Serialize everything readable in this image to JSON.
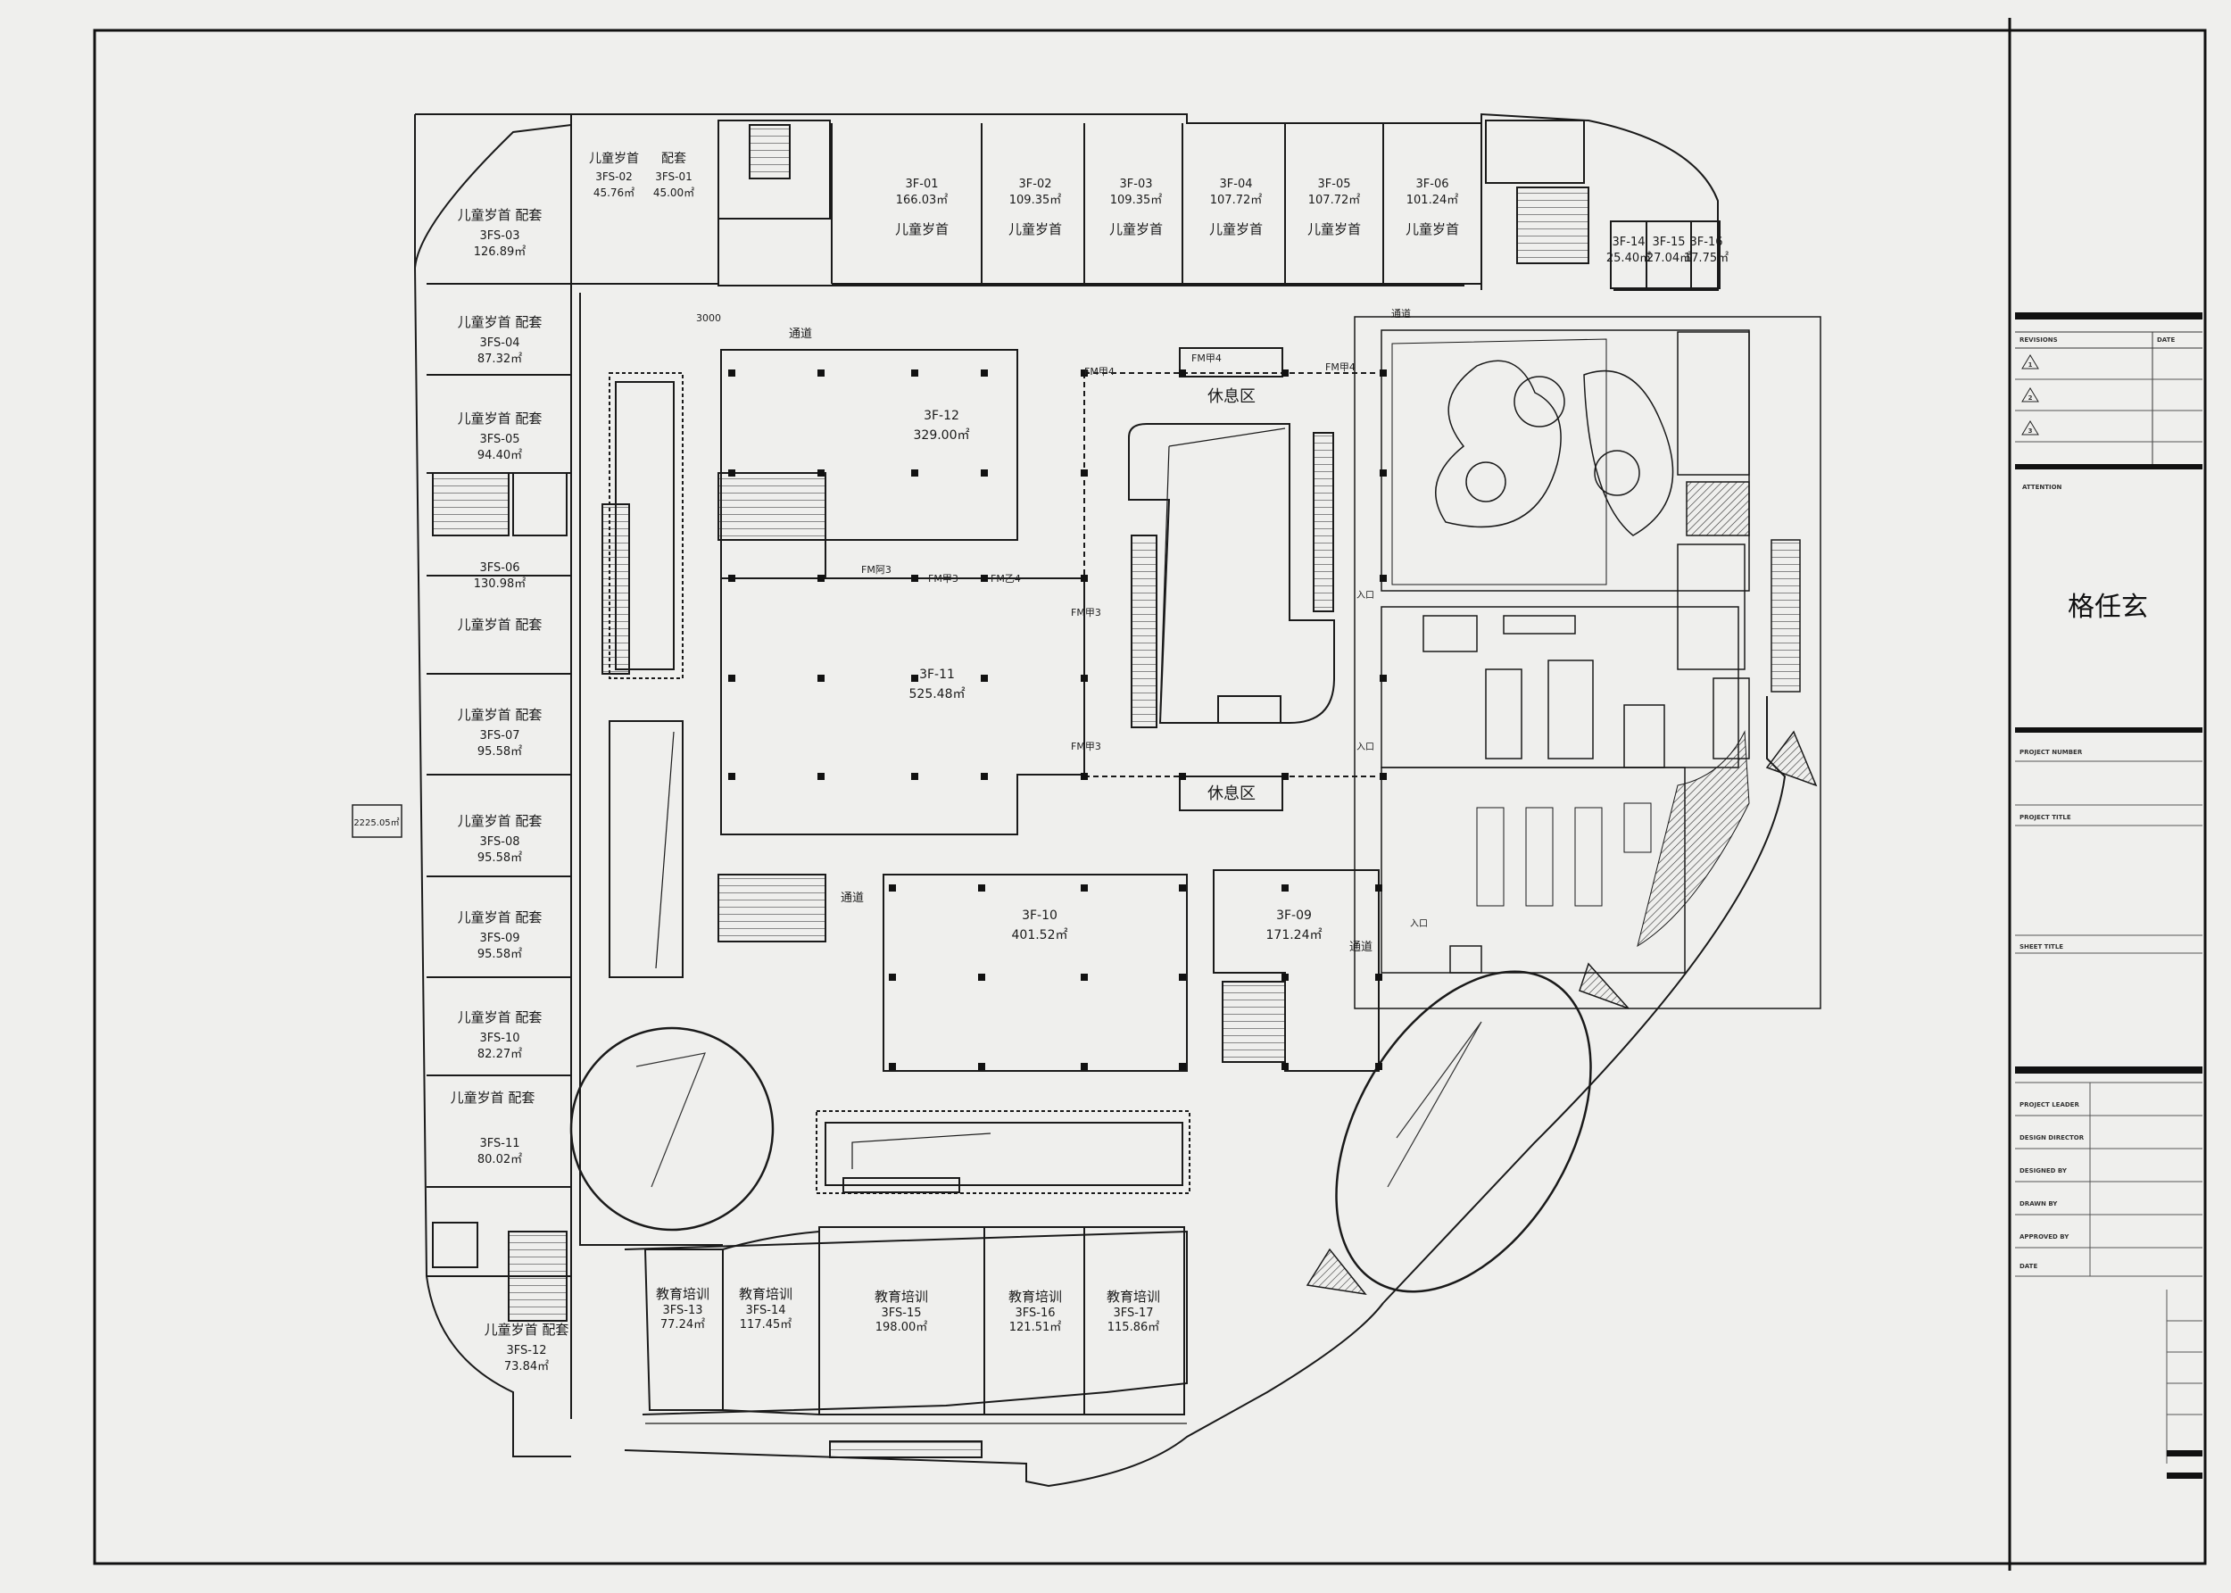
{
  "sheet": {
    "project_name": "格任玄",
    "revisions_label": "REVISIONS",
    "date_label": "DATE",
    "revision_marks": [
      "1",
      "2",
      "3"
    ],
    "attention_label": "ATTENTION",
    "project_number_label": "PROJECT NUMBER",
    "project_title_label": "PROJECT TITLE",
    "sheet_title_label": "SHEET TITLE",
    "signoff_labels": [
      "PROJECT LEADER",
      "DESIGN DIRECTOR",
      "DESIGNED BY",
      "DRAWN BY",
      "APPROVED BY",
      "DATE"
    ]
  },
  "plan": {
    "total_area": "2225.05㎡",
    "corridor_labels": [
      "通道",
      "通道",
      "通道",
      "通道"
    ],
    "rest_area_labels": [
      "休息区",
      "休息区"
    ],
    "entry_labels": [
      "入口",
      "入口",
      "入口"
    ],
    "dimension_labels": [
      "3000",
      "FM阿3",
      "FM甲3",
      "FM乙4",
      "FM甲4",
      "FM甲4",
      "FM甲4",
      "FM甲3",
      "FM甲3"
    ],
    "north_units": [
      {
        "name": "3F-01",
        "area": "166.03㎡",
        "use": "儿童岁首"
      },
      {
        "name": "3F-02",
        "area": "109.35㎡",
        "use": "儿童岁首"
      },
      {
        "name": "3F-03",
        "area": "109.35㎡",
        "use": "儿童岁首"
      },
      {
        "name": "3F-04",
        "area": "107.72㎡",
        "use": "儿童岁首"
      },
      {
        "name": "3F-05",
        "area": "107.72㎡",
        "use": "儿童岁首"
      },
      {
        "name": "3F-06",
        "area": "101.24㎡",
        "use": "儿童岁首"
      }
    ],
    "ne_units": [
      {
        "name": "3F-14",
        "area": "25.40㎡"
      },
      {
        "name": "3F-15",
        "area": "27.04㎡"
      },
      {
        "name": "3F-16",
        "area": "17.75㎡"
      }
    ],
    "top_small_units": [
      {
        "name": "3FS-02",
        "area": "45.76㎡",
        "use": "儿童岁首"
      },
      {
        "name": "3FS-01",
        "area": "45.00㎡",
        "use": "配套"
      }
    ],
    "west_units": [
      {
        "name": "3FS-03",
        "area": "126.89㎡",
        "use": "儿童岁首  配套"
      },
      {
        "name": "3FS-04",
        "area": "87.32㎡",
        "use": "儿童岁首  配套"
      },
      {
        "name": "3FS-05",
        "area": "94.40㎡",
        "use": "儿童岁首  配套"
      },
      {
        "name": "3FS-06",
        "area": "130.98㎡",
        "use": "儿童岁首  配套"
      },
      {
        "name": "3FS-07",
        "area": "95.58㎡",
        "use": "儿童岁首  配套"
      },
      {
        "name": "3FS-08",
        "area": "95.58㎡",
        "use": "儿童岁首  配套"
      },
      {
        "name": "3FS-09",
        "area": "95.58㎡",
        "use": "儿童岁首  配套"
      },
      {
        "name": "3FS-10",
        "area": "82.27㎡",
        "use": "儿童岁首  配套"
      },
      {
        "name": "3FS-11",
        "area": "80.02㎡",
        "use": "儿童岁首  配套"
      },
      {
        "name": "3FS-12",
        "area": "73.84㎡",
        "use": "儿童岁首  配套"
      }
    ],
    "south_units": [
      {
        "name": "3FS-13",
        "area": "77.24㎡",
        "use": "教育培训"
      },
      {
        "name": "3FS-14",
        "area": "117.45㎡",
        "use": "教育培训"
      },
      {
        "name": "3FS-15",
        "area": "198.00㎡",
        "use": "教育培训"
      },
      {
        "name": "3FS-16",
        "area": "121.51㎡",
        "use": "教育培训"
      },
      {
        "name": "3FS-17",
        "area": "115.86㎡",
        "use": "教育培训"
      }
    ],
    "core_units": [
      {
        "name": "3F-12",
        "area": "329.00㎡"
      },
      {
        "name": "3F-11",
        "area": "525.48㎡"
      },
      {
        "name": "3F-10",
        "area": "401.52㎡"
      },
      {
        "name": "3F-09",
        "area": "171.24㎡"
      }
    ]
  }
}
